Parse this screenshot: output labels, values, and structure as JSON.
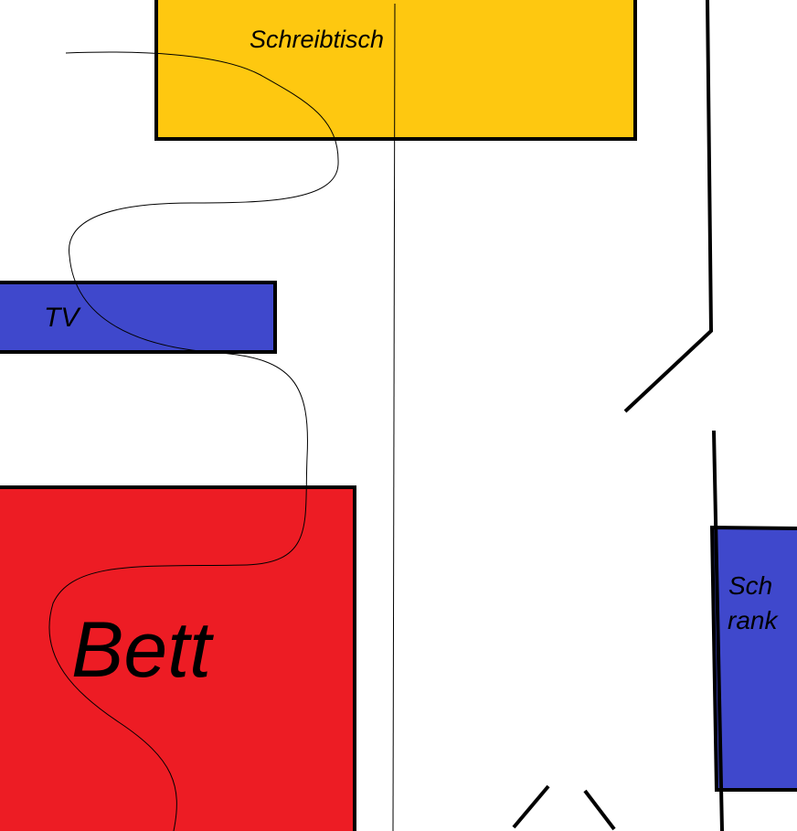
{
  "diagram": {
    "colors": {
      "background": "#ffffff",
      "outline": "#000000",
      "desk": "#fec810",
      "tv": "#3f48cc",
      "bed": "#ed1c24",
      "wardrobe": "#3f48cc"
    },
    "furniture": {
      "desk": {
        "label": "Schreibtisch"
      },
      "tv": {
        "label": "TV"
      },
      "bed": {
        "label": "Bett"
      },
      "wardrobe": {
        "label_line1": "Sch",
        "label_line2": "rank"
      }
    }
  }
}
